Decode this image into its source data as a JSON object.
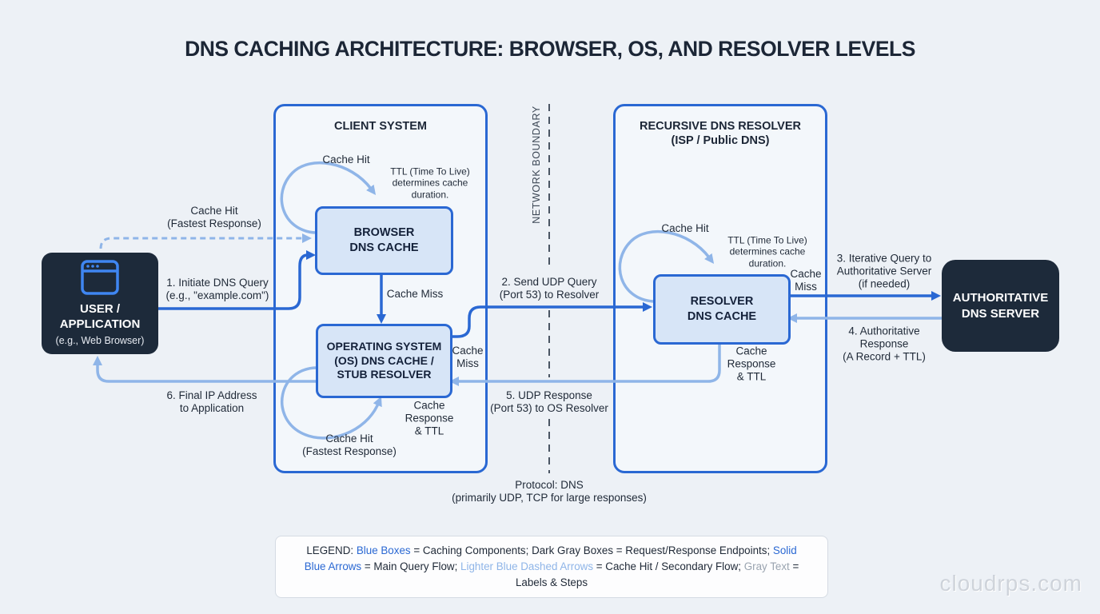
{
  "title": "DNS CACHING ARCHITECTURE: BROWSER, OS, AND RESOLVER LEVELS",
  "colors": {
    "bg": "#edf1f6",
    "container-fill": "#f3f7fb",
    "cache-fill": "#d7e5f7",
    "blue": "#2a68d3",
    "light-blue": "#8fb5e8",
    "dark-box": "#1d2a3a",
    "ink": "#1f2937",
    "ink-strong": "#1c2636",
    "gray-text": "#9aa4b0",
    "boundary": "#4a5563"
  },
  "containers": {
    "client": {
      "title": "CLIENT SYSTEM"
    },
    "resolver": {
      "title1": "RECURSIVE DNS RESOLVER",
      "title2": "(ISP / Public DNS)"
    }
  },
  "nodes": {
    "user": {
      "line1": "USER /",
      "line2": "APPLICATION",
      "subtitle": "(e.g., Web Browser)",
      "icon": "browser-window-icon"
    },
    "browser_cache": {
      "line1": "BROWSER",
      "line2": "DNS CACHE"
    },
    "os_cache": {
      "line1": "OPERATING SYSTEM",
      "line2": "(OS) DNS CACHE /",
      "line3": "STUB RESOLVER"
    },
    "resolver_cache": {
      "line1": "RESOLVER",
      "line2": "DNS CACHE"
    },
    "auth_server": {
      "line1": "AUTHORITATIVE",
      "line2": "DNS SERVER"
    }
  },
  "boundary_label": "NETWORK BOUNDARY",
  "labels": {
    "cache_hit_top": [
      "Cache Hit",
      "(Fastest Response)"
    ],
    "step1": [
      "1. Initiate DNS Query",
      "(e.g., \"example.com\")"
    ],
    "browser_cache_hit": [
      "Cache Hit"
    ],
    "client_ttl": [
      "TTL (Time To Live)",
      "determines cache",
      "duration."
    ],
    "cache_miss_browser": [
      "Cache Miss"
    ],
    "step2": [
      "2. Send UDP Query",
      "(Port 53) to Resolver"
    ],
    "cache_miss_os": [
      "Cache",
      "Miss"
    ],
    "client_cache_response": [
      "Cache",
      "Response",
      "& TTL"
    ],
    "os_cache_hit": [
      "Cache Hit",
      "(Fastest Response)"
    ],
    "step6": [
      "6. Final IP Address",
      "to Application"
    ],
    "step5": [
      "5. UDP Response",
      "(Port 53) to OS Resolver"
    ],
    "protocol": [
      "Protocol: DNS",
      "(primarily UDP, TCP for large responses)"
    ],
    "resolver_cache_hit": [
      "Cache Hit"
    ],
    "resolver_ttl": [
      "TTL (Time To Live)",
      "determines cache",
      "duration."
    ],
    "cache_miss_resolver": [
      "Cache",
      "Miss"
    ],
    "step3": [
      "3. Iterative Query to",
      "Authoritative Server",
      "(if needed)"
    ],
    "step4": [
      "4. Authoritative",
      "Response",
      "(A Record + TTL)"
    ],
    "resolver_cache_response": [
      "Cache",
      "Response",
      "& TTL"
    ]
  },
  "legend": {
    "parts": [
      {
        "text": "LEGEND: ",
        "color": "dark"
      },
      {
        "text": "Blue Boxes",
        "color": "blue"
      },
      {
        "text": " = Caching Components; Dark Gray Boxes = Request/Response Endpoints; ",
        "color": "dark"
      },
      {
        "text": "Solid Blue Arrows",
        "color": "blue"
      },
      {
        "text": " = Main Query Flow; ",
        "color": "dark"
      },
      {
        "text": "Lighter Blue Dashed Arrows",
        "color": "light-blue"
      },
      {
        "text": " = Cache Hit / Secondary Flow; ",
        "color": "dark"
      },
      {
        "text": "Gray Text",
        "color": "gray"
      },
      {
        "text": " = Labels & Steps",
        "color": "dark"
      }
    ]
  },
  "watermark": "cloudrps.com"
}
